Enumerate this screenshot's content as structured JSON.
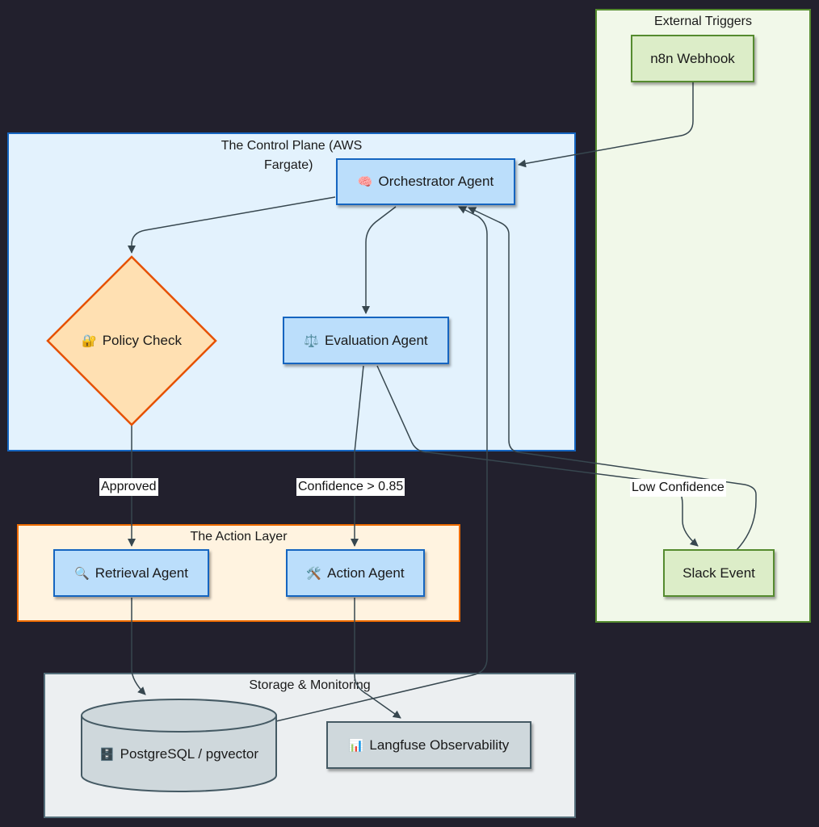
{
  "clusters": {
    "external": {
      "title": "External Triggers"
    },
    "control": {
      "title_line1": "The Control Plane (AWS",
      "title_line2": "Fargate)"
    },
    "action": {
      "title": "The Action Layer"
    },
    "storage": {
      "title": "Storage & Monitoring"
    }
  },
  "nodes": {
    "n8n_webhook": {
      "label": "n8n Webhook"
    },
    "orchestrator": {
      "icon": "🧠",
      "label": "Orchestrator Agent"
    },
    "policy_check": {
      "icon": "🔐",
      "label": "Policy Check"
    },
    "evaluation": {
      "icon": "⚖️",
      "label": "Evaluation Agent"
    },
    "retrieval": {
      "icon": "🔍",
      "label": "Retrieval Agent"
    },
    "action_agent": {
      "icon": "🛠️",
      "label": "Action Agent"
    },
    "slack_event": {
      "label": "Slack Event"
    },
    "postgres": {
      "icon": "🗄️",
      "label": "PostgreSQL / pgvector"
    },
    "langfuse": {
      "icon": "📊",
      "label": "Langfuse Observability"
    }
  },
  "edge_labels": {
    "approved": "Approved",
    "confidence_high": "Confidence > 0.85",
    "confidence_low": "Low Confidence"
  },
  "colors": {
    "background": "#22202d",
    "edge": "#37474f",
    "control_fill": "#e3f2fd",
    "control_border": "#1565c0",
    "action_fill": "#fff3e0",
    "action_border": "#ef6c00",
    "external_fill": "#f1f8e9",
    "external_border": "#558b2f",
    "storage_fill": "#eceff1",
    "storage_border": "#546e7a",
    "agent_fill": "#bbdefb",
    "agent_border": "#1565c0",
    "decision_fill": "#ffe0b2",
    "decision_border": "#e65100",
    "trigger_fill": "#dcedc8",
    "trigger_border": "#558b2f",
    "storage_node_fill": "#cfd8dc",
    "storage_node_border": "#455a64"
  }
}
